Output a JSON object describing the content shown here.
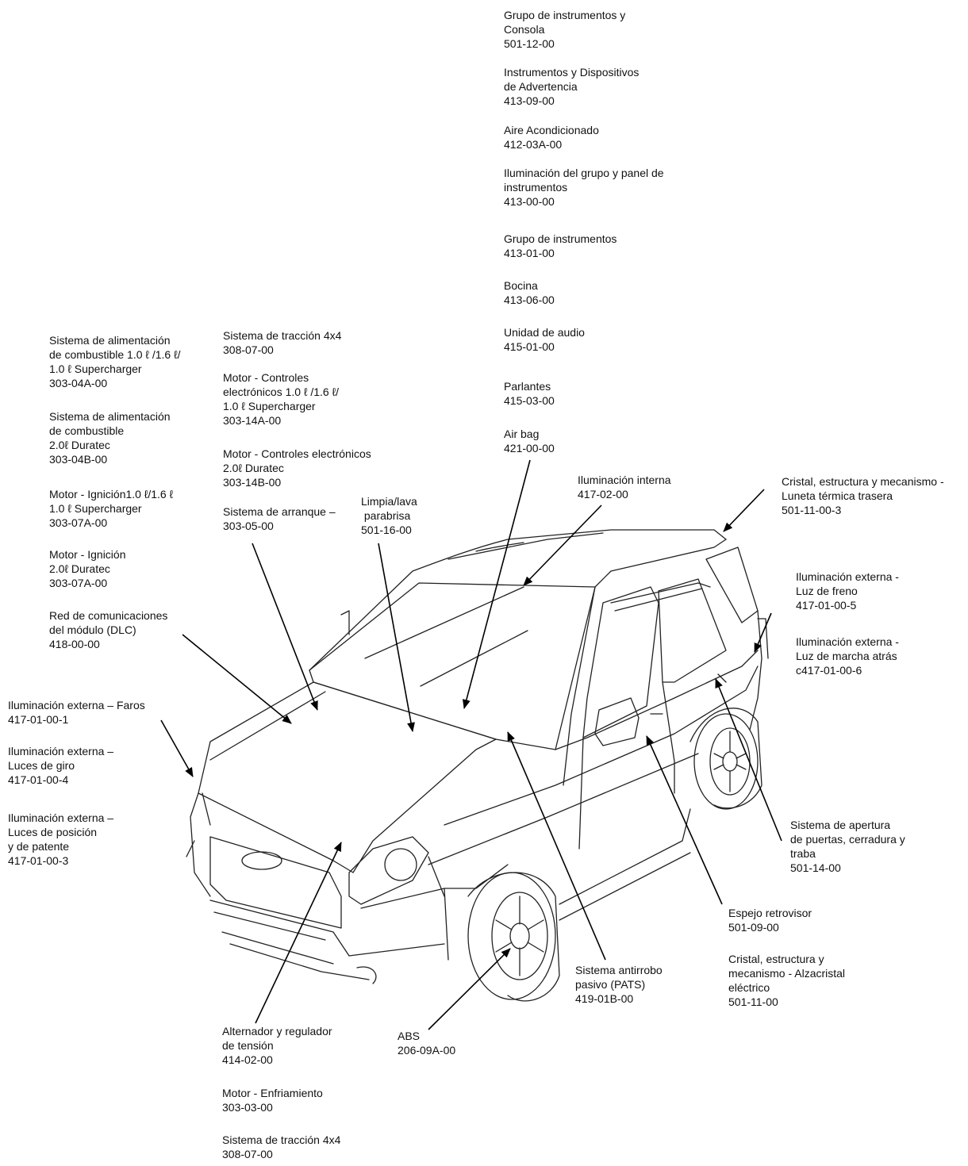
{
  "callouts": {
    "instrument_cluster_console": [
      "Grupo de instrumentos y",
      "Consola",
      "501-12-00"
    ],
    "instruments_warning": [
      "Instrumentos y Dispositivos",
      "de Advertencia",
      "413-09-00"
    ],
    "air_conditioning": [
      "Aire Acondicionado",
      "412-03A-00"
    ],
    "cluster_lighting": [
      "Iluminación del grupo y panel de",
      "instrumentos",
      "413-00-00"
    ],
    "instrument_cluster": [
      "Grupo de instrumentos",
      "413-01-00"
    ],
    "horn": [
      "Bocina",
      "413-06-00"
    ],
    "audio_unit": [
      "Unidad de audio",
      "415-01-00"
    ],
    "speakers": [
      "Parlantes",
      "415-03-00"
    ],
    "air_bag": [
      "Air bag",
      "421-00-00"
    ],
    "interior_lighting": [
      "Iluminación interna",
      "417-02-00"
    ],
    "rear_window": [
      "Cristal, estructura y mecanismo -",
      "Luneta térmica trasera",
      "501-11-00-3"
    ],
    "brake_light": [
      "Iluminación externa -",
      "Luz de freno",
      "417-01-00-5"
    ],
    "reverse_light": [
      "Iluminación externa -",
      "Luz de marcha atrás",
      "c417-01-00-6"
    ],
    "door_locks": [
      "Sistema de apertura",
      "de puertas, cerradura y",
      "traba",
      "501-14-00"
    ],
    "mirror": [
      "Espejo retrovisor",
      "501-09-00"
    ],
    "power_window": [
      "Cristal, estructura y",
      "mecanismo - Alzacristal",
      "eléctrico",
      "501-11-00"
    ],
    "pats": [
      "Sistema antirrobo",
      "pasivo (PATS)",
      "419-01B-00"
    ],
    "abs": [
      "ABS",
      "206-09A-00"
    ],
    "alternator": [
      "Alternador y regulador",
      "de tensión",
      "414-02-00"
    ],
    "engine_cooling": [
      "Motor - Enfriamiento",
      "303-03-00"
    ],
    "drive_4x4_bottom": [
      "Sistema de tracción 4x4",
      "308-07-00"
    ],
    "headlamps": [
      "Iluminación externa – Faros",
      "417-01-00-1"
    ],
    "turn_signals": [
      "Iluminación externa –",
      "Luces de giro",
      "417-01-00-4"
    ],
    "position_lamps": [
      "Iluminación externa –",
      "Luces de posición",
      "y de patente",
      "417-01-00-3"
    ],
    "fuel_a": [
      "Sistema de alimentación",
      "de combustible 1.0 ℓ /1.6 ℓ/",
      "1.0 ℓ Supercharger",
      "303-04A-00"
    ],
    "fuel_b": [
      "Sistema de alimentación",
      "de combustible",
      "2.0ℓ Duratec",
      "303-04B-00"
    ],
    "ignition_a": [
      "Motor - Ignición1.0 ℓ/1.6 ℓ",
      "1.0 ℓ Supercharger",
      "303-07A-00"
    ],
    "ignition_b": [
      "Motor - Ignición",
      "2.0ℓ Duratec",
      "303-07A-00"
    ],
    "dlc": [
      "Red de comunicaciones",
      "del módulo (DLC)",
      "418-00-00"
    ],
    "drive_4x4_top": [
      "Sistema de tracción 4x4",
      "308-07-00"
    ],
    "engine_controls_a": [
      "Motor - Controles",
      "electrónicos 1.0 ℓ  /1.6 ℓ/",
      "1.0 ℓ Supercharger",
      "303-14A-00"
    ],
    "engine_controls_b": [
      "Motor - Controles electrónicos",
      "2.0ℓ Duratec",
      "303-14B-00"
    ],
    "starter": [
      "Sistema de arranque –",
      "303-05-00"
    ],
    "wiper": [
      "Limpia/lava",
      " parabrisa",
      "501-16-00"
    ]
  }
}
